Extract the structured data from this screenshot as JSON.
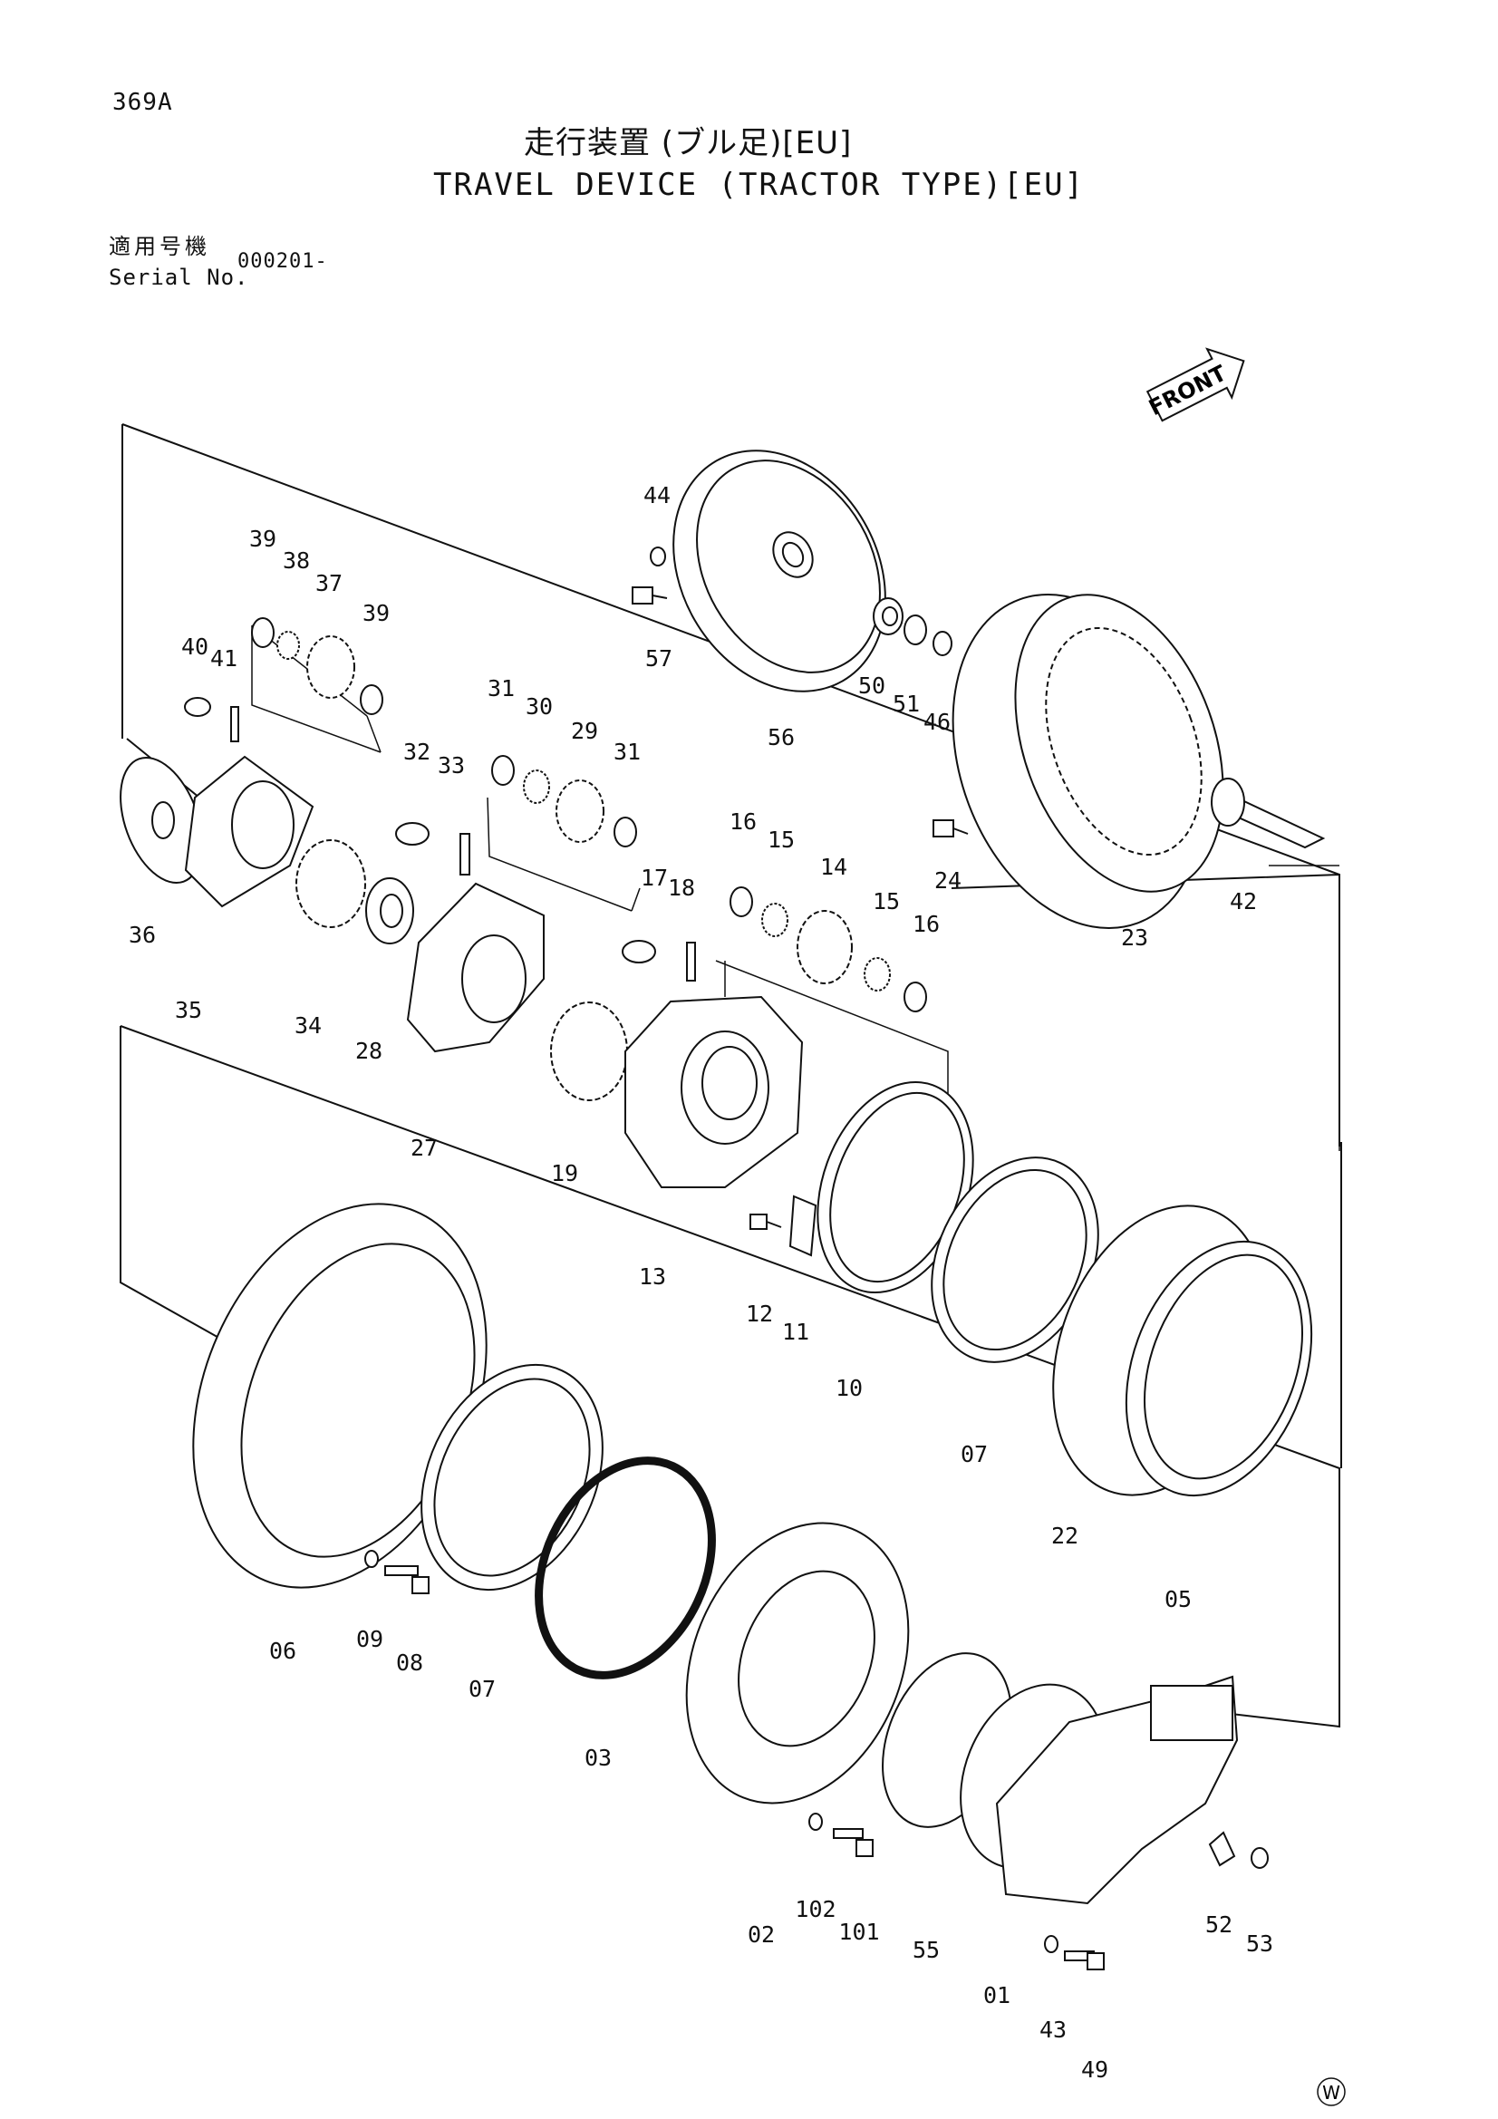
{
  "header": {
    "page_code": "369A",
    "title_jp": "走行装置 (ブル足)[EU]",
    "title_en": "TRAVEL DEVICE (TRACTOR TYPE)[EU]",
    "serial_label_jp": "適用号機",
    "serial_label_en": "Serial No.",
    "serial_value": "000201-"
  },
  "front_marker": "FRONT",
  "watermark": "W",
  "parts": [
    {
      "id": "p44",
      "num": "44"
    },
    {
      "id": "p57",
      "num": "57"
    },
    {
      "id": "p56",
      "num": "56"
    },
    {
      "id": "p50",
      "num": "50"
    },
    {
      "id": "p51",
      "num": "51"
    },
    {
      "id": "p46",
      "num": "46"
    },
    {
      "id": "p24",
      "num": "24"
    },
    {
      "id": "p23",
      "num": "23"
    },
    {
      "id": "p42",
      "num": "42"
    },
    {
      "id": "p39a",
      "num": "39"
    },
    {
      "id": "p38",
      "num": "38"
    },
    {
      "id": "p37",
      "num": "37"
    },
    {
      "id": "p39b",
      "num": "39"
    },
    {
      "id": "p40",
      "num": "40"
    },
    {
      "id": "p41",
      "num": "41"
    },
    {
      "id": "p36",
      "num": "36"
    },
    {
      "id": "p35",
      "num": "35"
    },
    {
      "id": "p34",
      "num": "34"
    },
    {
      "id": "p28",
      "num": "28"
    },
    {
      "id": "p27",
      "num": "27"
    },
    {
      "id": "p32",
      "num": "32"
    },
    {
      "id": "p33",
      "num": "33"
    },
    {
      "id": "p31a",
      "num": "31"
    },
    {
      "id": "p30",
      "num": "30"
    },
    {
      "id": "p29",
      "num": "29"
    },
    {
      "id": "p31b",
      "num": "31"
    },
    {
      "id": "p17",
      "num": "17"
    },
    {
      "id": "p18",
      "num": "18"
    },
    {
      "id": "p16a",
      "num": "16"
    },
    {
      "id": "p15a",
      "num": "15"
    },
    {
      "id": "p14",
      "num": "14"
    },
    {
      "id": "p15b",
      "num": "15"
    },
    {
      "id": "p16b",
      "num": "16"
    },
    {
      "id": "p19",
      "num": "19"
    },
    {
      "id": "p13",
      "num": "13"
    },
    {
      "id": "p12",
      "num": "12"
    },
    {
      "id": "p11",
      "num": "11"
    },
    {
      "id": "p10",
      "num": "10"
    },
    {
      "id": "p07a",
      "num": "07"
    },
    {
      "id": "p22",
      "num": "22"
    },
    {
      "id": "p05",
      "num": "05"
    },
    {
      "id": "p06",
      "num": "06"
    },
    {
      "id": "p09",
      "num": "09"
    },
    {
      "id": "p08",
      "num": "08"
    },
    {
      "id": "p07b",
      "num": "07"
    },
    {
      "id": "p03",
      "num": "03"
    },
    {
      "id": "p02",
      "num": "02"
    },
    {
      "id": "p102",
      "num": "102"
    },
    {
      "id": "p101",
      "num": "101"
    },
    {
      "id": "p55",
      "num": "55"
    },
    {
      "id": "p01",
      "num": "01"
    },
    {
      "id": "p43",
      "num": "43"
    },
    {
      "id": "p49",
      "num": "49"
    },
    {
      "id": "p52",
      "num": "52"
    },
    {
      "id": "p53",
      "num": "53"
    }
  ]
}
